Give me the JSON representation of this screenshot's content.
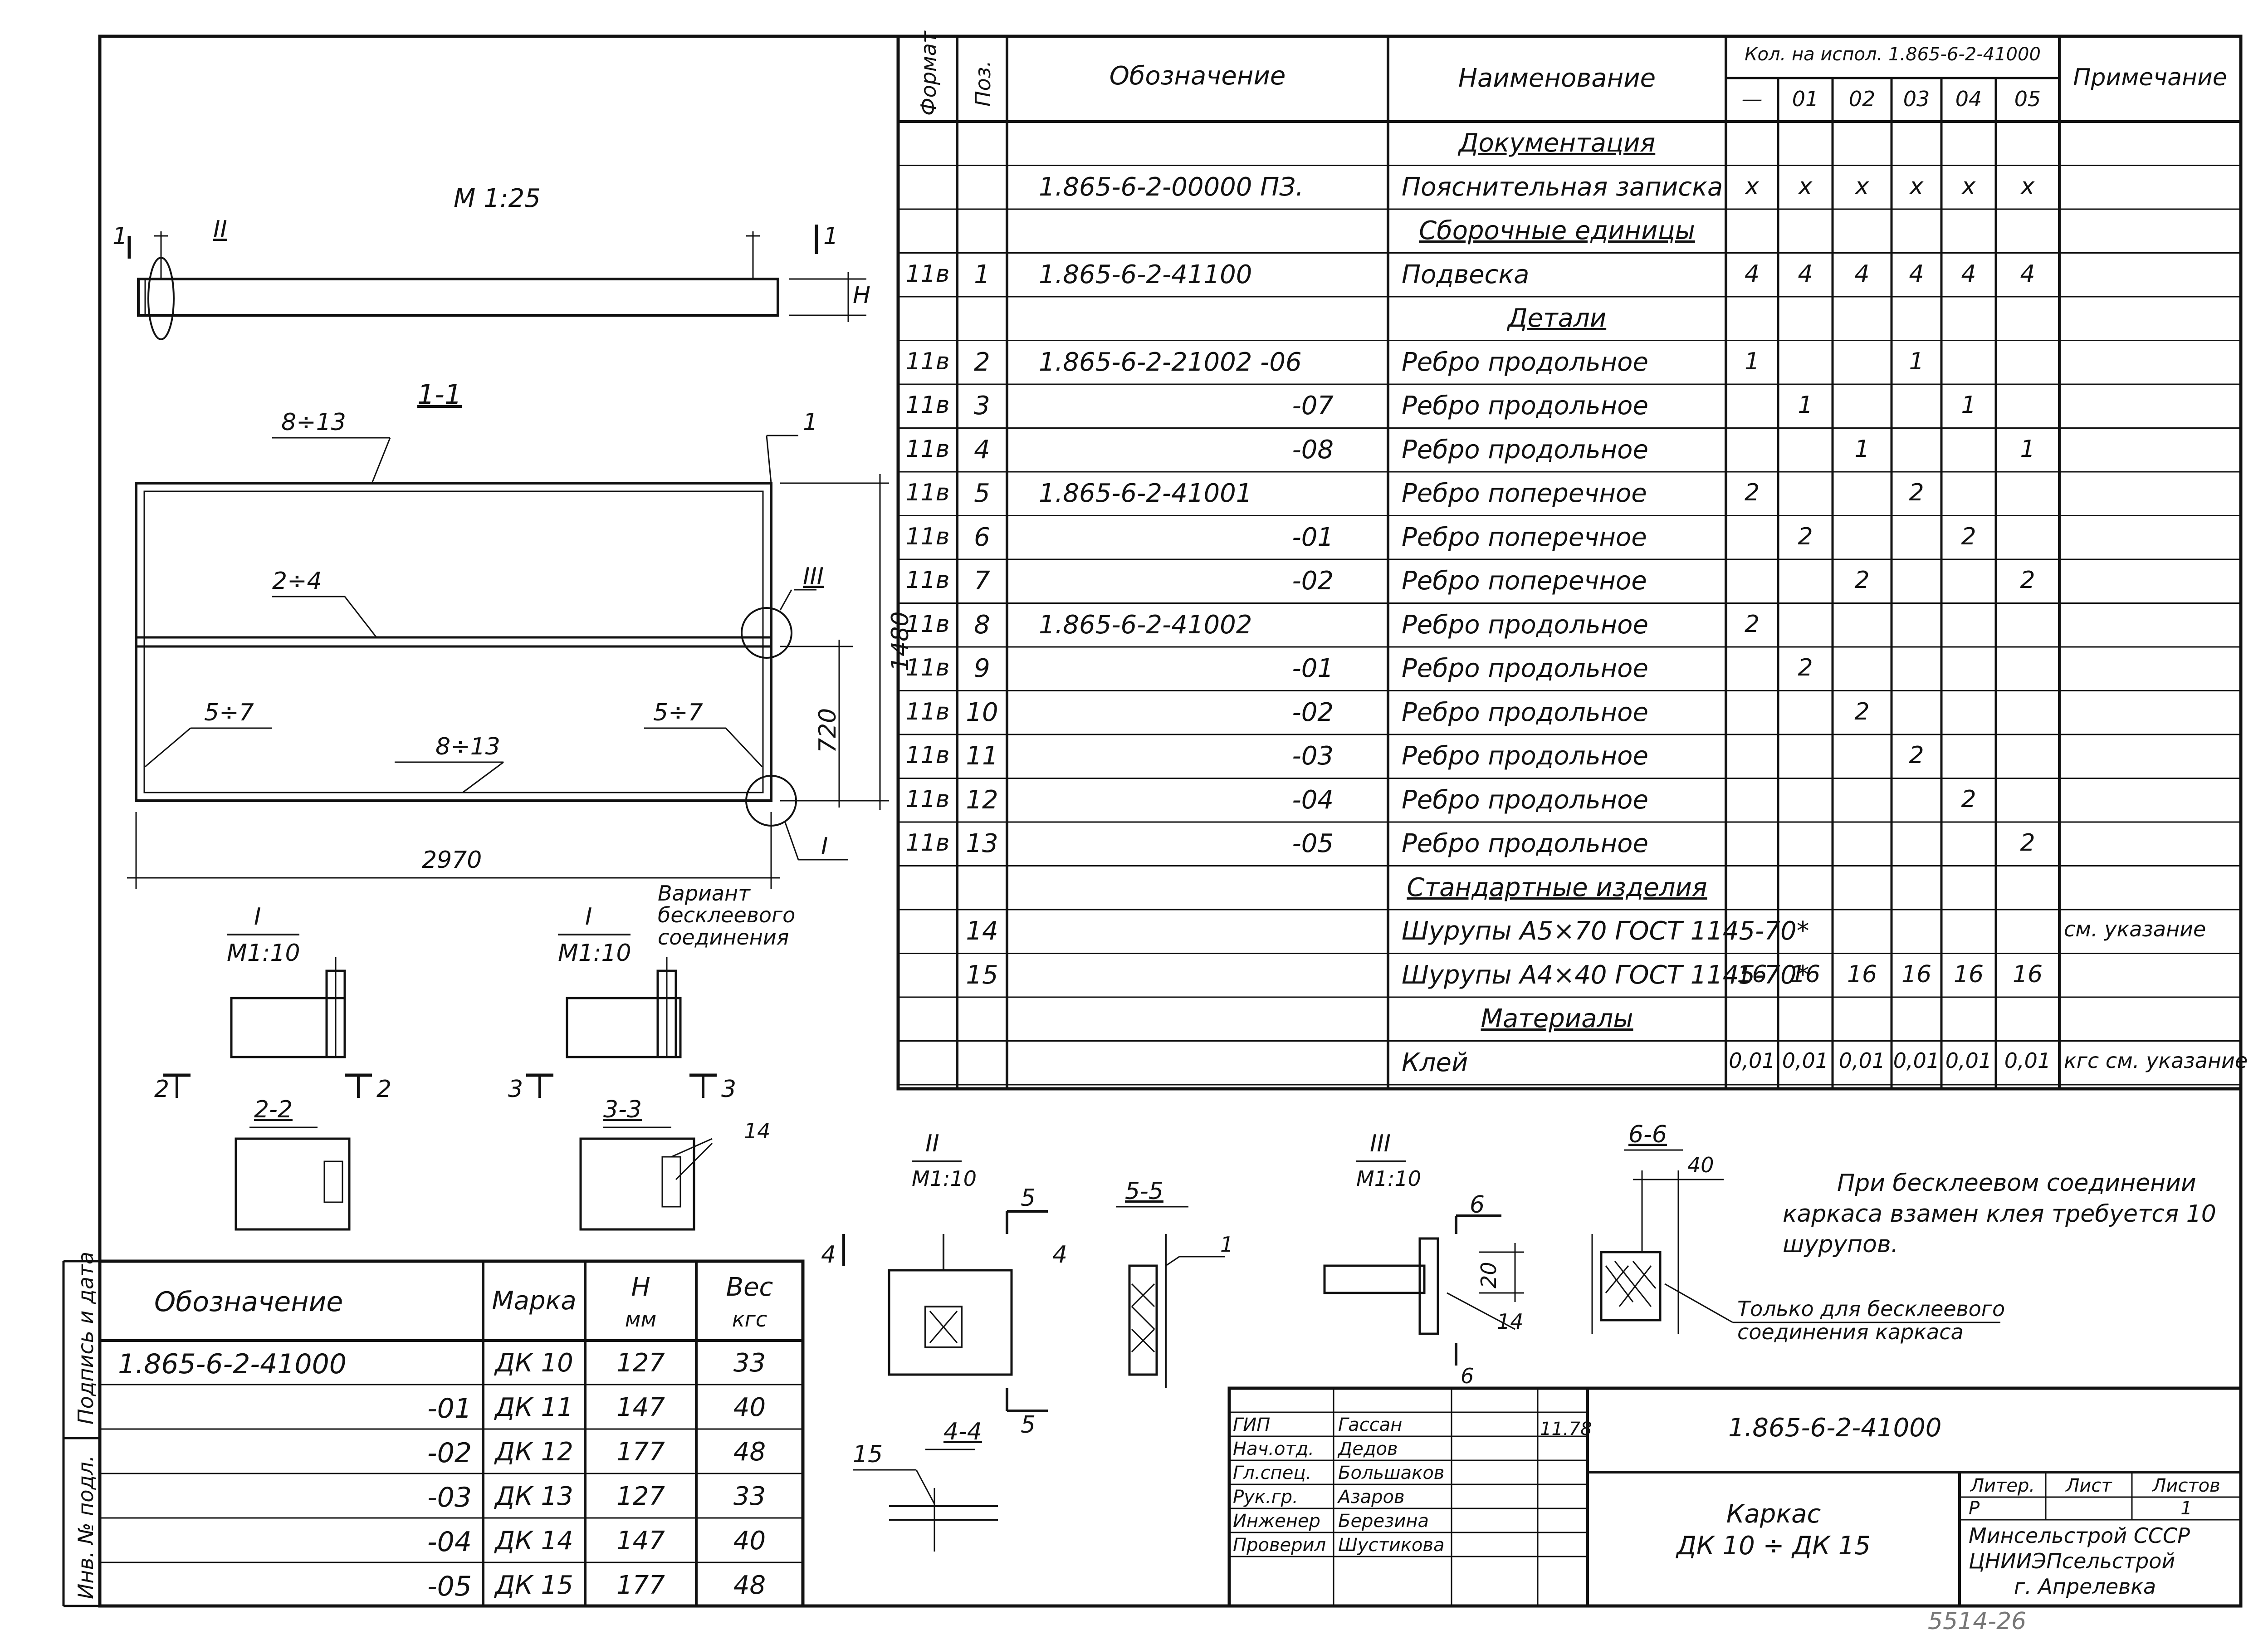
{
  "spec": {
    "headers": {
      "format": "Формат",
      "pos": "Поз.",
      "designation": "Обозначение",
      "name": "Наименование",
      "qty_group": "Кол. на испол. 1.865-6-2-41000",
      "note": "Примечание",
      "variants": [
        "—",
        "01",
        "02",
        "03",
        "04",
        "05"
      ]
    },
    "rows": [
      {
        "fmt": "",
        "pos": "",
        "des": "",
        "name": "Документация",
        "section": true,
        "q": [
          "",
          "",
          "",
          "",
          "",
          ""
        ],
        "note": ""
      },
      {
        "fmt": "",
        "pos": "",
        "des": "1.865-6-2-00000 ПЗ.",
        "name": "Пояснительная записка",
        "section": false,
        "q": [
          "x",
          "x",
          "x",
          "x",
          "x",
          "x"
        ],
        "note": ""
      },
      {
        "fmt": "",
        "pos": "",
        "des": "",
        "name": "Сборочные единицы",
        "section": true,
        "q": [
          "",
          "",
          "",
          "",
          "",
          ""
        ],
        "note": ""
      },
      {
        "fmt": "11в",
        "pos": "1",
        "des": "1.865-6-2-41100",
        "name": "Подвеска",
        "section": false,
        "q": [
          "4",
          "4",
          "4",
          "4",
          "4",
          "4"
        ],
        "note": ""
      },
      {
        "fmt": "",
        "pos": "",
        "des": "",
        "name": "Детали",
        "section": true,
        "q": [
          "",
          "",
          "",
          "",
          "",
          ""
        ],
        "note": ""
      },
      {
        "fmt": "11в",
        "pos": "2",
        "des": "1.865-6-2-21002 -06",
        "name": "Ребро продольное",
        "section": false,
        "q": [
          "1",
          "",
          "",
          "1",
          "",
          ""
        ],
        "note": ""
      },
      {
        "fmt": "11в",
        "pos": "3",
        "des": "-07",
        "name": "Ребро продольное",
        "section": false,
        "q": [
          "",
          "1",
          "",
          "",
          "1",
          ""
        ],
        "note": ""
      },
      {
        "fmt": "11в",
        "pos": "4",
        "des": "-08",
        "name": "Ребро продольное",
        "section": false,
        "q": [
          "",
          "",
          "1",
          "",
          "",
          "1"
        ],
        "note": ""
      },
      {
        "fmt": "11в",
        "pos": "5",
        "des": "1.865-6-2-41001",
        "name": "Ребро поперечное",
        "section": false,
        "q": [
          "2",
          "",
          "",
          "2",
          "",
          ""
        ],
        "note": ""
      },
      {
        "fmt": "11в",
        "pos": "6",
        "des": "-01",
        "name": "Ребро поперечное",
        "section": false,
        "q": [
          "",
          "2",
          "",
          "",
          "2",
          ""
        ],
        "note": ""
      },
      {
        "fmt": "11в",
        "pos": "7",
        "des": "-02",
        "name": "Ребро поперечное",
        "section": false,
        "q": [
          "",
          "",
          "2",
          "",
          "",
          "2"
        ],
        "note": ""
      },
      {
        "fmt": "11в",
        "pos": "8",
        "des": "1.865-6-2-41002",
        "name": "Ребро продольное",
        "section": false,
        "q": [
          "2",
          "",
          "",
          "",
          "",
          ""
        ],
        "note": ""
      },
      {
        "fmt": "11в",
        "pos": "9",
        "des": "-01",
        "name": "Ребро продольное",
        "section": false,
        "q": [
          "",
          "2",
          "",
          "",
          "",
          ""
        ],
        "note": ""
      },
      {
        "fmt": "11в",
        "pos": "10",
        "des": "-02",
        "name": "Ребро продольное",
        "section": false,
        "q": [
          "",
          "",
          "2",
          "",
          "",
          ""
        ],
        "note": ""
      },
      {
        "fmt": "11в",
        "pos": "11",
        "des": "-03",
        "name": "Ребро продольное",
        "section": false,
        "q": [
          "",
          "",
          "",
          "2",
          "",
          ""
        ],
        "note": ""
      },
      {
        "fmt": "11в",
        "pos": "12",
        "des": "-04",
        "name": "Ребро продольное",
        "section": false,
        "q": [
          "",
          "",
          "",
          "",
          "2",
          ""
        ],
        "note": ""
      },
      {
        "fmt": "11в",
        "pos": "13",
        "des": "-05",
        "name": "Ребро продольное",
        "section": false,
        "q": [
          "",
          "",
          "",
          "",
          "",
          "2"
        ],
        "note": ""
      },
      {
        "fmt": "",
        "pos": "",
        "des": "",
        "name": "Стандартные изделия",
        "section": true,
        "q": [
          "",
          "",
          "",
          "",
          "",
          ""
        ],
        "note": ""
      },
      {
        "fmt": "",
        "pos": "14",
        "des": "",
        "name": "Шурупы А5×70 ГОСТ 1145-70*",
        "section": false,
        "q": [
          "",
          "",
          "",
          "",
          "",
          ""
        ],
        "note": "см. указание"
      },
      {
        "fmt": "",
        "pos": "15",
        "des": "",
        "name": "Шурупы А4×40 ГОСТ 1145-70*",
        "section": false,
        "q": [
          "16",
          "16",
          "16",
          "16",
          "16",
          "16"
        ],
        "note": ""
      },
      {
        "fmt": "",
        "pos": "",
        "des": "",
        "name": "Материалы",
        "section": true,
        "q": [
          "",
          "",
          "",
          "",
          "",
          ""
        ],
        "note": ""
      },
      {
        "fmt": "",
        "pos": "",
        "des": "",
        "name": "Клей",
        "section": false,
        "q": [
          "0,01",
          "0,01",
          "0,01",
          "0,01",
          "0,01",
          "0,01"
        ],
        "note": "кгс см. указание"
      }
    ]
  },
  "marks": {
    "headers": {
      "designation": "Обозначение",
      "mark": "Марка",
      "h": "H",
      "h_unit": "мм",
      "weight": "Вес",
      "weight_unit": "кгс"
    },
    "rows": [
      {
        "des": "1.865-6-2-41000",
        "mark": "ДК 10",
        "h": "127",
        "w": "33"
      },
      {
        "des": "-01",
        "mark": "ДК 11",
        "h": "147",
        "w": "40"
      },
      {
        "des": "-02",
        "mark": "ДК 12",
        "h": "177",
        "w": "48"
      },
      {
        "des": "-03",
        "mark": "ДК 13",
        "h": "127",
        "w": "33"
      },
      {
        "des": "-04",
        "mark": "ДК 14",
        "h": "147",
        "w": "40"
      },
      {
        "des": "-05",
        "mark": "ДК 15",
        "h": "177",
        "w": "48"
      }
    ]
  },
  "drawing": {
    "scale_main": "М 1:25",
    "mark_1": "1",
    "mark_II": "II",
    "dim_H": "H",
    "section_1_1": "1-1",
    "lbl_8_13": "8÷13",
    "lbl_1": "1",
    "lbl_2_4": "2÷4",
    "lbl_III": "III",
    "lbl_5_7": "5÷7",
    "dim_1480": "1480",
    "dim_720": "720",
    "dim_2970": "2970",
    "lbl_I": "I",
    "detail_I": "I",
    "scale_110": "М1:10",
    "variant_note": "Вариант бесклеевого соединения",
    "sec_2_2": "2-2",
    "sec_3_3": "3-3",
    "n2": "2",
    "n3": "3",
    "n4": "4",
    "n5": "5",
    "n6": "6",
    "lbl_14": "14",
    "lbl_15": "15",
    "detail_II": "II",
    "scale_II": "М1:10",
    "sec_5_5": "5-5",
    "sec_4_4": "4-4",
    "detail_III": "III",
    "scale_III": "М1:10",
    "sec_6_6": "6-6",
    "dim_40": "40",
    "dim_20": "20",
    "dim_14": "14",
    "only_note": "Только для бесклеевого соединения каркаса",
    "instruction": "При бесклеевом соединении каркаса взамен клея требуется 10 шурупов."
  },
  "title_block": {
    "doc_code": "1.865-6-2-41000",
    "title_line1": "Каркас",
    "title_line2": "ДК 10 ÷ ДК 15",
    "roles": [
      {
        "role": "ГИП",
        "name": "Гассан"
      },
      {
        "role": "Нач.отд.",
        "name": "Дедов"
      },
      {
        "role": "Гл.спец.",
        "name": "Большаков"
      },
      {
        "role": "Рук.гр.",
        "name": "Азаров"
      },
      {
        "role": "Инженер",
        "name": "Березина"
      },
      {
        "role": "Проверил",
        "name": "Шустикова"
      }
    ],
    "date": "11.78",
    "stage_label": "Литер.",
    "sheet_label": "Лист",
    "sheets_label": "Листов",
    "stage": "Р",
    "sheets": "1",
    "org1": "Минсельстрой СССР",
    "org2": "ЦНИИЭПсельстрой",
    "org3": "г. Апрелевка",
    "archive_no": "5514-26"
  },
  "side_stamp": {
    "inv": "Инв. № подл.",
    "sign": "Подпись и дата"
  }
}
